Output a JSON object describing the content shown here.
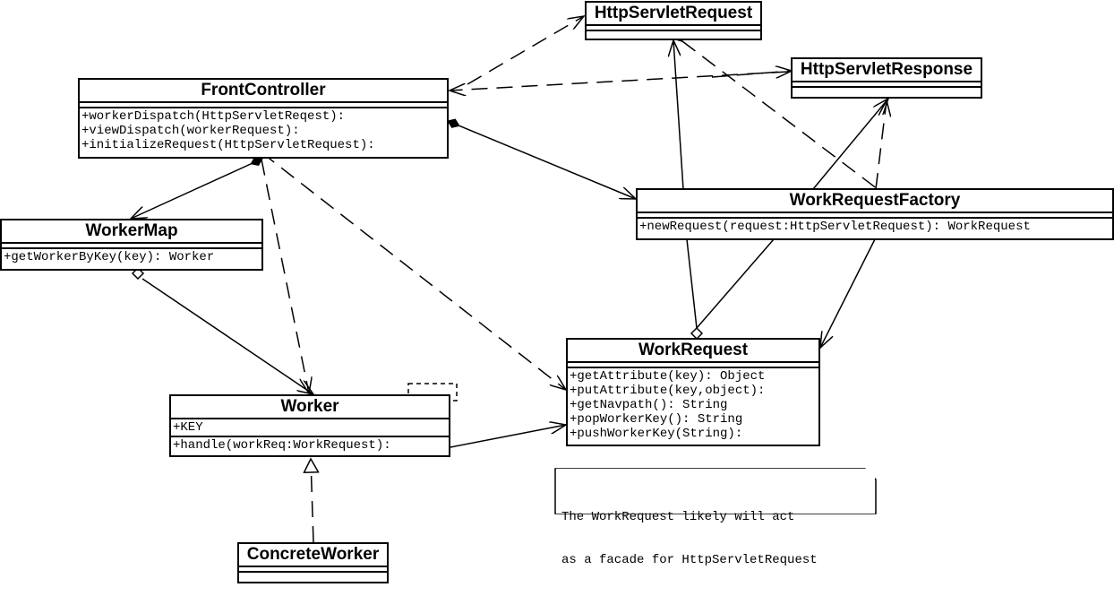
{
  "classes": {
    "http_servlet_request": {
      "name": "HttpServletRequest"
    },
    "http_servlet_response": {
      "name": "HttpServletResponse"
    },
    "front_controller": {
      "name": "FrontController",
      "ops": [
        "+workerDispatch(HttpServletReqest):",
        "+viewDispatch(workerRequest):",
        "+initializeRequest(HttpServletRequest):"
      ]
    },
    "work_request_factory": {
      "name": "WorkRequestFactory",
      "ops": [
        "+newRequest(request:HttpServletRequest): WorkRequest"
      ]
    },
    "worker_map": {
      "name": "WorkerMap",
      "ops": [
        "+getWorkerByKey(key): Worker"
      ]
    },
    "work_request": {
      "name": "WorkRequest",
      "ops": [
        "+getAttribute(key): Object",
        "+putAttribute(key,object):",
        "+getNavpath(): String",
        "+popWorkerKey(): String",
        "+pushWorkerKey(String):"
      ]
    },
    "worker": {
      "name": "Worker",
      "attrs": [
        "+KEY"
      ],
      "ops": [
        "+handle(workReq:WorkRequest):"
      ]
    },
    "concrete_worker": {
      "name": "ConcreteWorker"
    }
  },
  "note": {
    "lines": [
      "The WorkRequest likely will act",
      "as a facade for HttpServletRequest"
    ]
  }
}
